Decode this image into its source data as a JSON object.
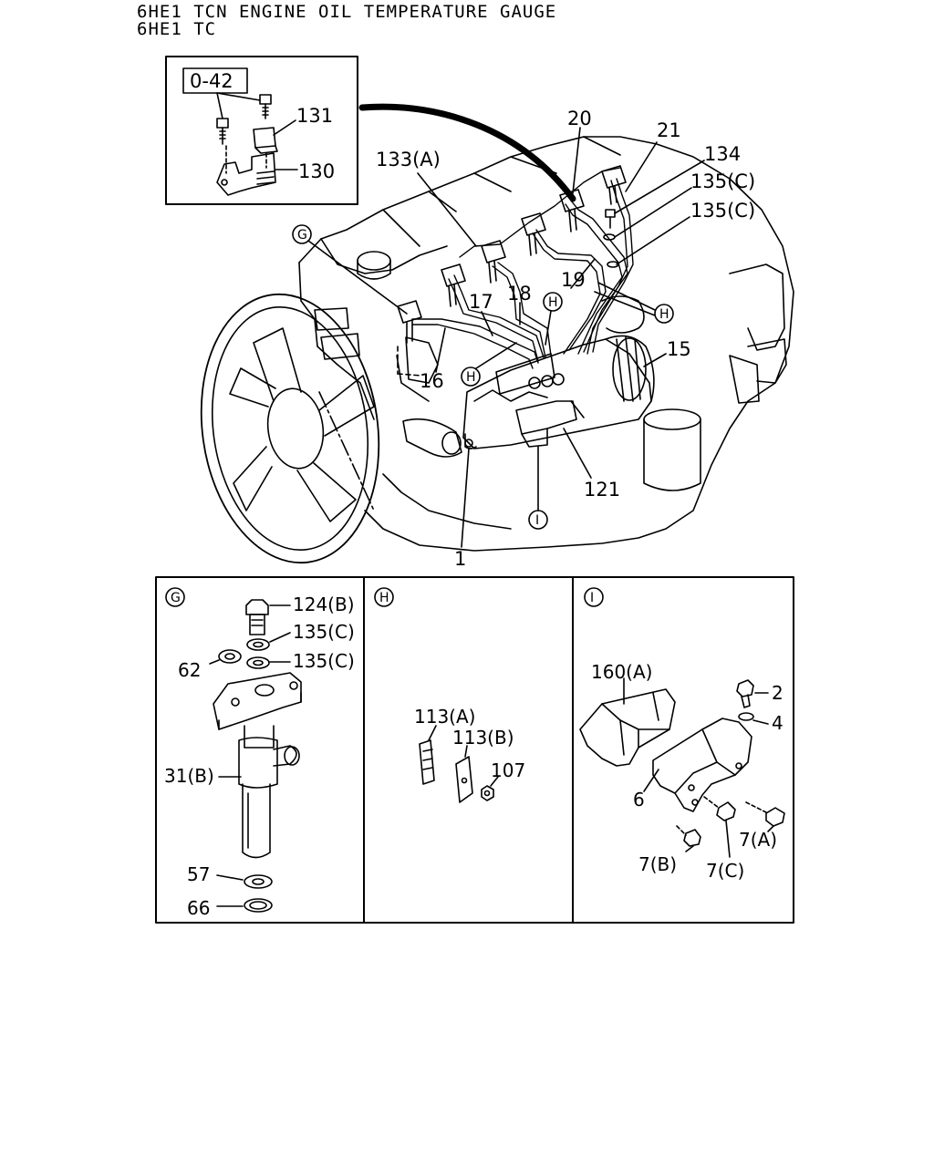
{
  "header": {
    "line1": "6HE1 TCN ENGINE OIL TEMPERATURE GAUGE",
    "line2": "6HE1 TC"
  },
  "inset": {
    "ref": "0-42",
    "callouts": {
      "c131": "131",
      "c130": "130"
    }
  },
  "main": {
    "callouts": {
      "c20": "20",
      "c21": "21",
      "c134": "134",
      "c135a": "135(C)",
      "c135b": "135(C)",
      "c133": "133(A)",
      "c19": "19",
      "c18": "18",
      "c17": "17",
      "c16": "16",
      "c15": "15",
      "c121": "121",
      "c1": "1"
    },
    "markers": {
      "G": "G",
      "H": "H",
      "I": "I"
    }
  },
  "panels": {
    "G": {
      "letter": "G",
      "callouts": {
        "c124": "124(B)",
        "c135a": "135(C)",
        "c135b": "135(C)",
        "c62": "62",
        "c31": "31(B)",
        "c57": "57",
        "c66": "66"
      }
    },
    "H": {
      "letter": "H",
      "callouts": {
        "c113a": "113(A)",
        "c113b": "113(B)",
        "c107": "107"
      }
    },
    "I": {
      "letter": "I",
      "callouts": {
        "c160": "160(A)",
        "c2": "2",
        "c4": "4",
        "c6": "6",
        "c7a": "7(A)",
        "c7b": "7(B)",
        "c7c": "7(C)"
      }
    }
  }
}
